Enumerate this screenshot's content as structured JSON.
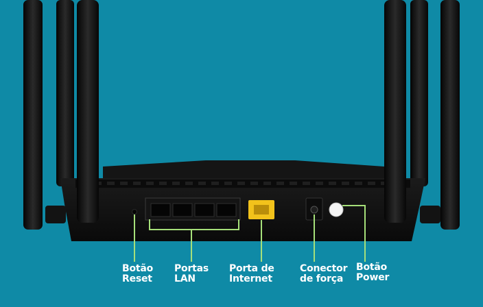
{
  "callouts": {
    "reset": {
      "line1": "Botão",
      "line2": "Reset"
    },
    "lan": {
      "line1": "Portas",
      "line2": "LAN"
    },
    "internet": {
      "line1": "Porta de",
      "line2": "Internet"
    },
    "power_connector": {
      "line1": "Conector",
      "line2": "de força"
    },
    "power_button": {
      "line1": "Botão",
      "line2": "Power"
    }
  },
  "colors": {
    "background": "#0f8aa6",
    "callout_line": "#a6e07a",
    "wan_port": "#f2c21b",
    "router_body": "#111111"
  }
}
